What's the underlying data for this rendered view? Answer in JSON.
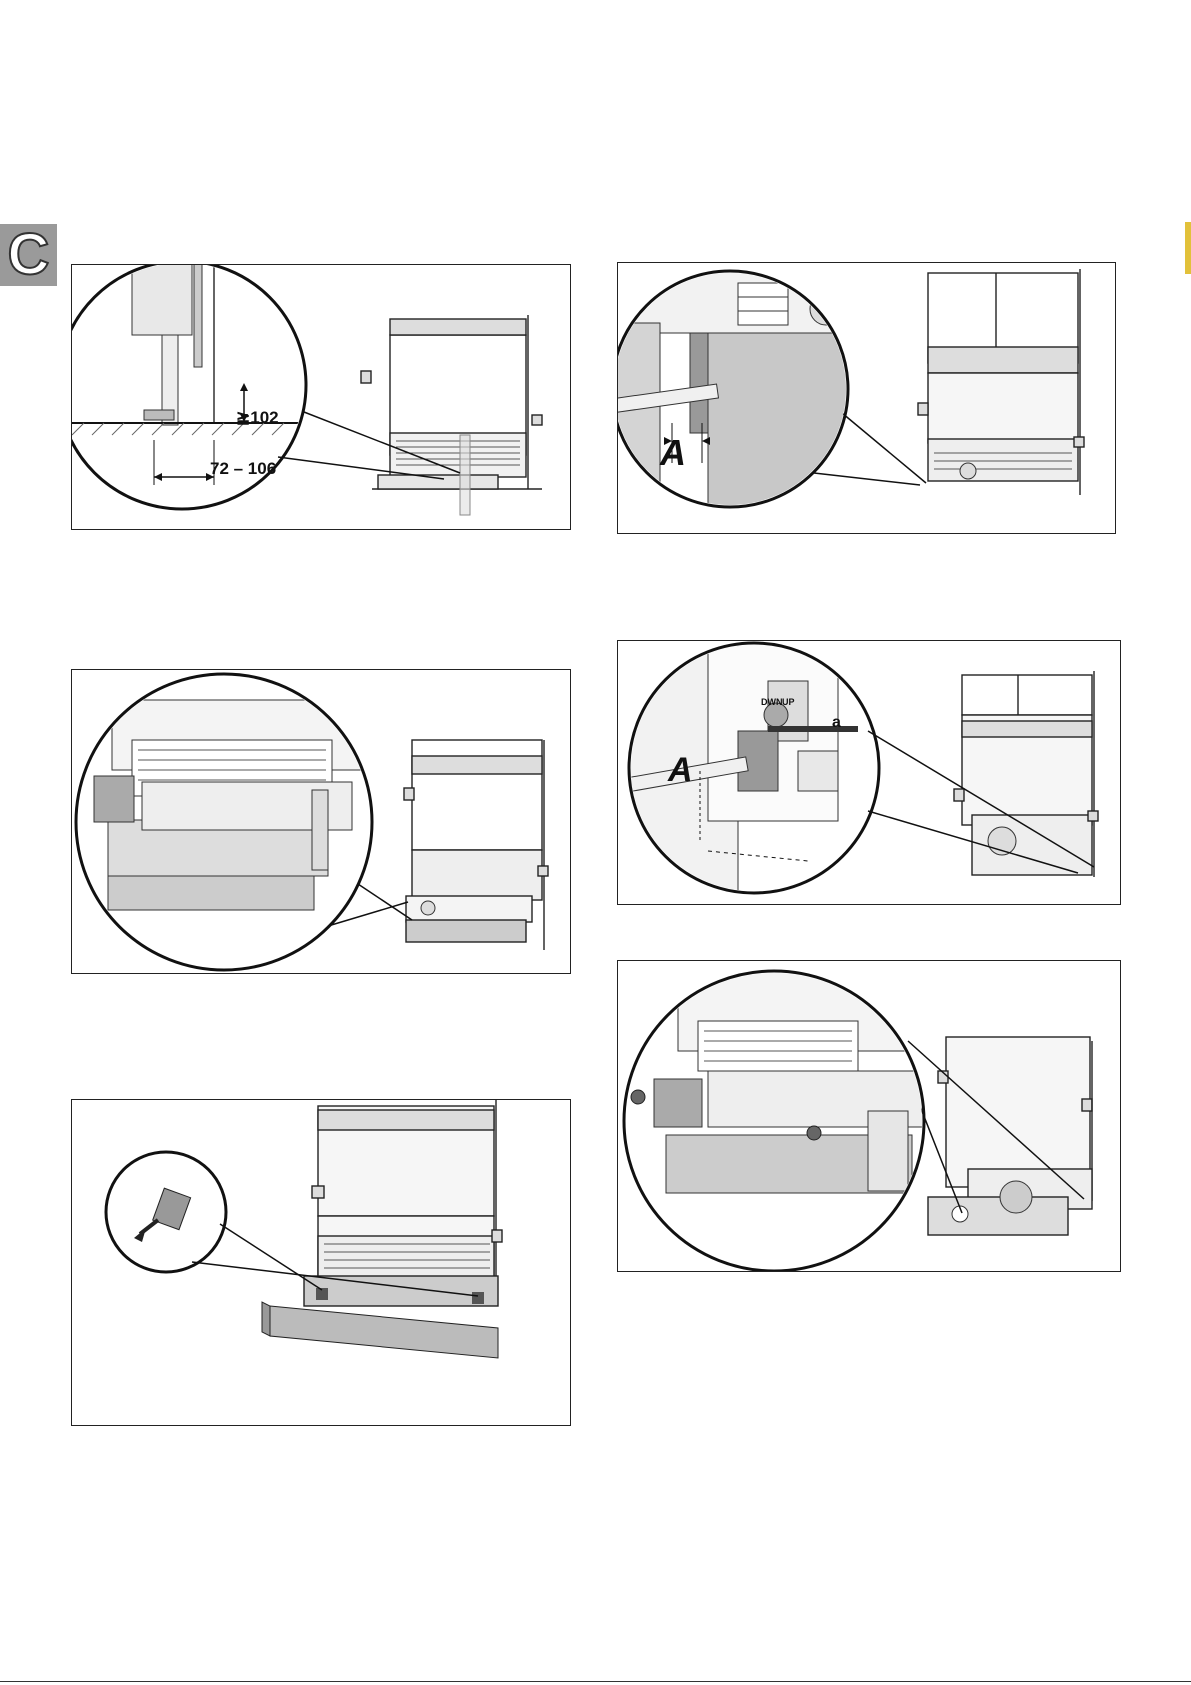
{
  "section_tab": {
    "letter": "C"
  },
  "figures": {
    "fig1": {
      "dim_height": "≧102",
      "dim_depth": "72 – 106"
    },
    "fig2": {
      "label_a": "A"
    },
    "fig4": {
      "label_a": "A",
      "label_small_a": "a",
      "valve_text_up": "UP",
      "valve_text_down": "DWN"
    }
  }
}
